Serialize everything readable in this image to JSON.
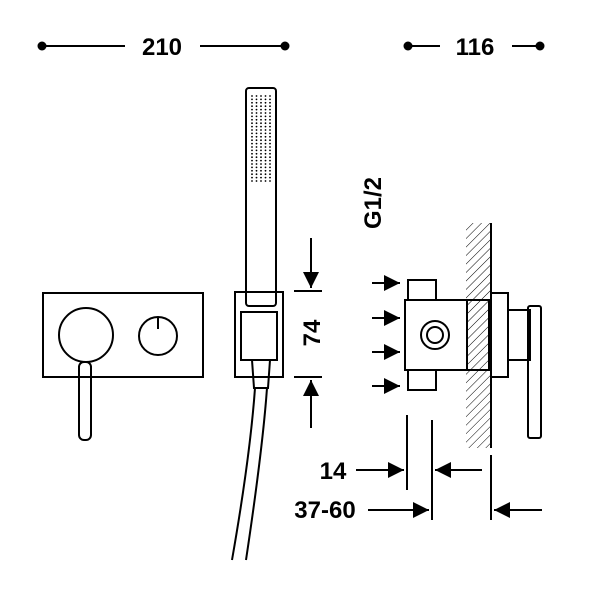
{
  "dimensions": {
    "front_width": "210",
    "side_depth": "116",
    "handshower_holder_height": "74",
    "inlet_thread": "G1/2",
    "wall_offset": "14",
    "embed_range": "37-60"
  },
  "colors": {
    "line": "#000000",
    "background": "#ffffff"
  }
}
